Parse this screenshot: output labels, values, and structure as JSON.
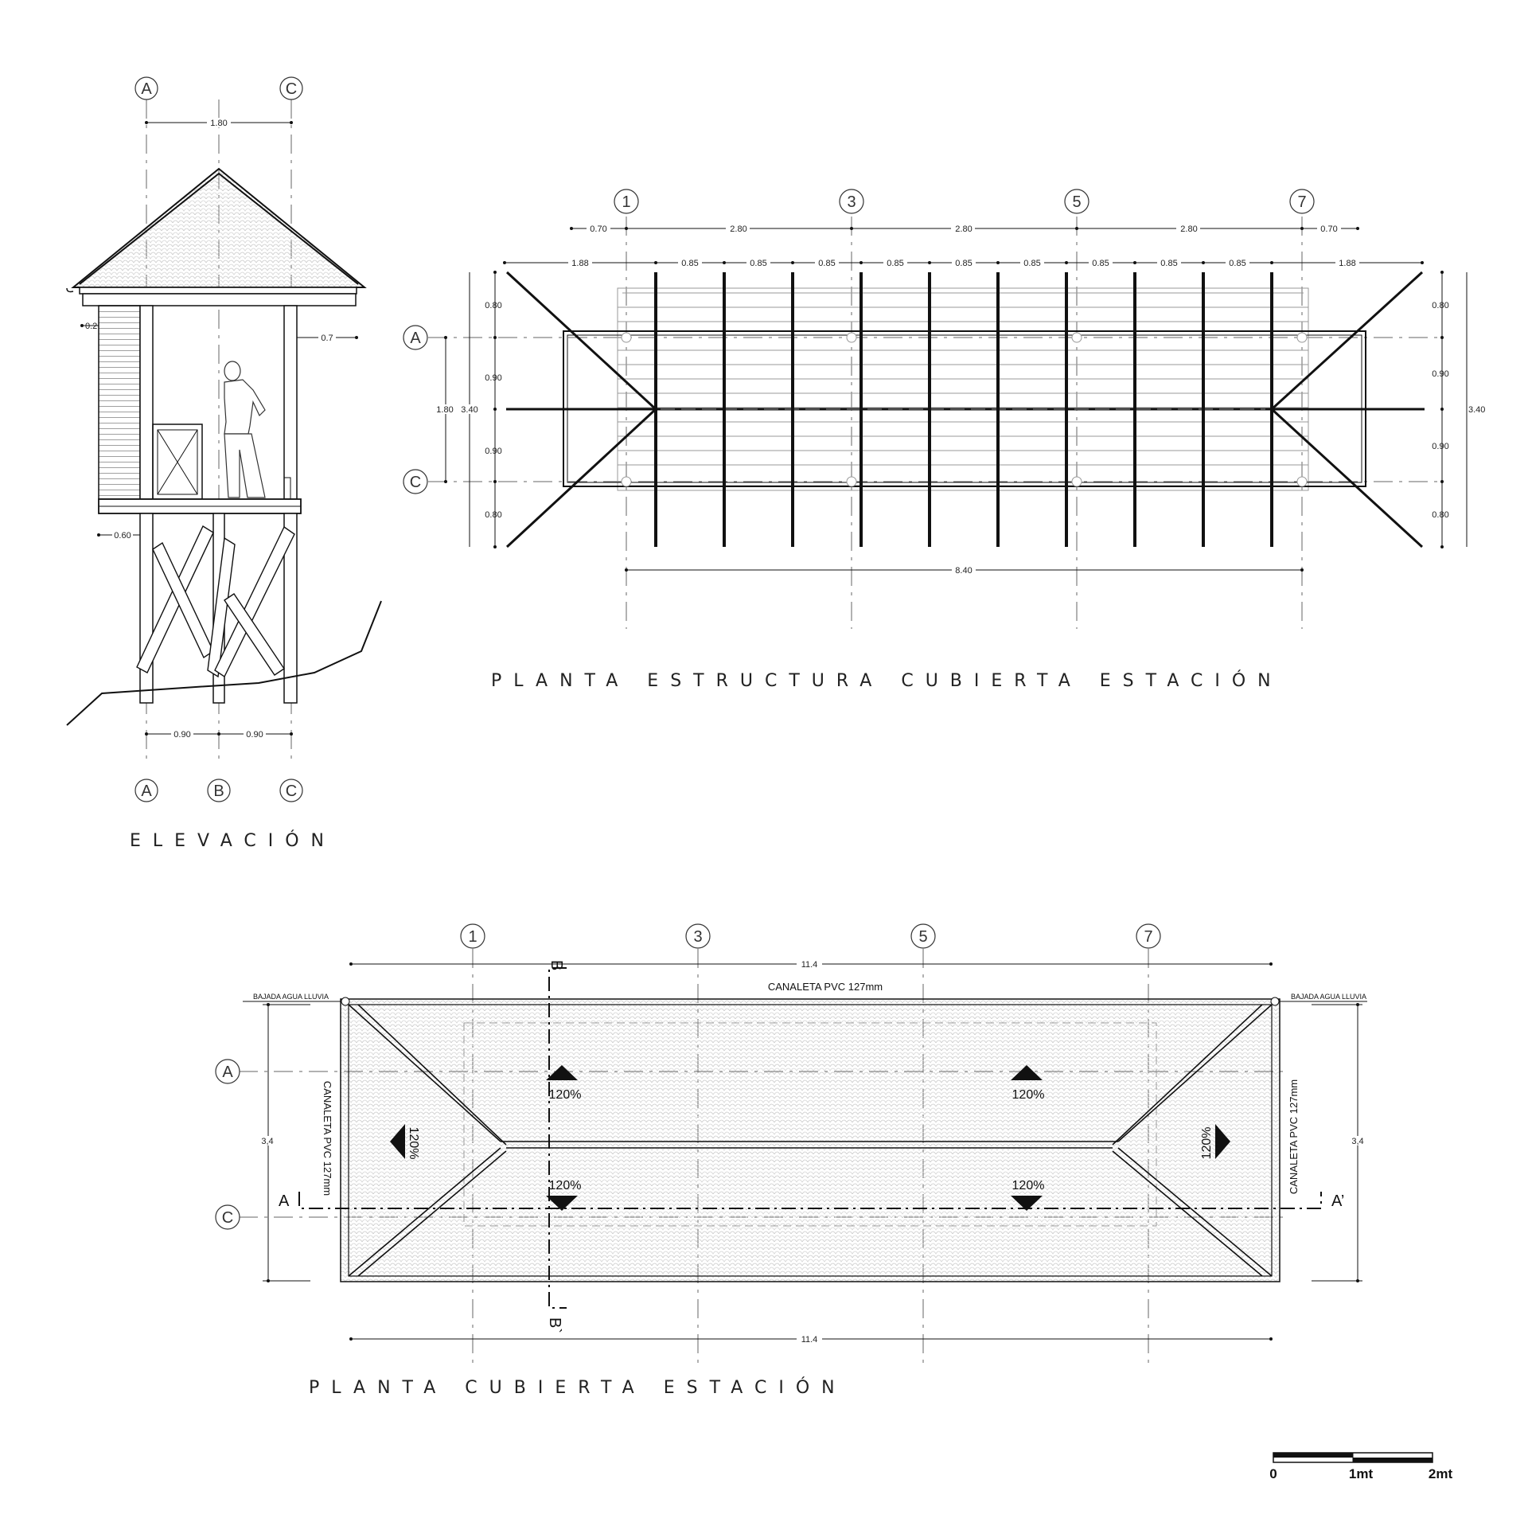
{
  "titles": {
    "elevation": "ELEVACIÓN",
    "structure_plan": "PLANTA ESTRUCTURA CUBIERTA ESTACIÓN",
    "roof_plan": "PLANTA CUBIERTA ESTACIÓN"
  },
  "elevation": {
    "axes_top": [
      "A",
      "C"
    ],
    "axes_bottom": [
      "A",
      "B",
      "C"
    ],
    "dims": {
      "top": "1.80",
      "left_eave": "0.2",
      "right_eave": "0.7",
      "left_base": "0.60",
      "bottom_left": "0.90",
      "bottom_right": "0.90"
    }
  },
  "structure_plan": {
    "axes_top": [
      "1",
      "3",
      "5",
      "7"
    ],
    "axes_side": [
      "A",
      "C"
    ],
    "dims_row1": [
      "0.70",
      "2.80",
      "2.80",
      "2.80",
      "0.70"
    ],
    "dims_row2": [
      "1.88",
      "0.85",
      "0.85",
      "0.85",
      "0.85",
      "0.85",
      "0.85",
      "0.85",
      "0.85",
      "0.85",
      "1.88"
    ],
    "dims_left": [
      "0.80",
      "0.90",
      "0.90",
      "0.80"
    ],
    "dims_left_total": [
      "1.80",
      "3.40"
    ],
    "dims_right": [
      "0.80",
      "0.90",
      "0.90",
      "0.80"
    ],
    "dims_right_total": "3.40",
    "dim_bottom": "8.40"
  },
  "roof_plan": {
    "axes_top": [
      "1",
      "3",
      "5",
      "7"
    ],
    "axes_side": [
      "A",
      "C"
    ],
    "dim_top": "11.4",
    "dim_bottom": "11.4",
    "dim_left": "3,4",
    "dim_right": "3,4",
    "gutter_top": "CANALETA PVC 127mm",
    "gutter_left": "CANALETA PVC 127mm",
    "gutter_right": "CANALETA PVC 127mm",
    "downpipe_left": "BAJADA AGUA LLUVIA",
    "downpipe_right": "BAJADA AGUA LLUVIA",
    "slopes": [
      "120%",
      "120%",
      "120%",
      "120%",
      "120%",
      "120%"
    ],
    "section_a": "A",
    "section_a_end": "A’",
    "section_b": "B",
    "section_b_end": "B`"
  },
  "scale_bar": {
    "labels": [
      "0",
      "1mt",
      "2mt"
    ]
  }
}
